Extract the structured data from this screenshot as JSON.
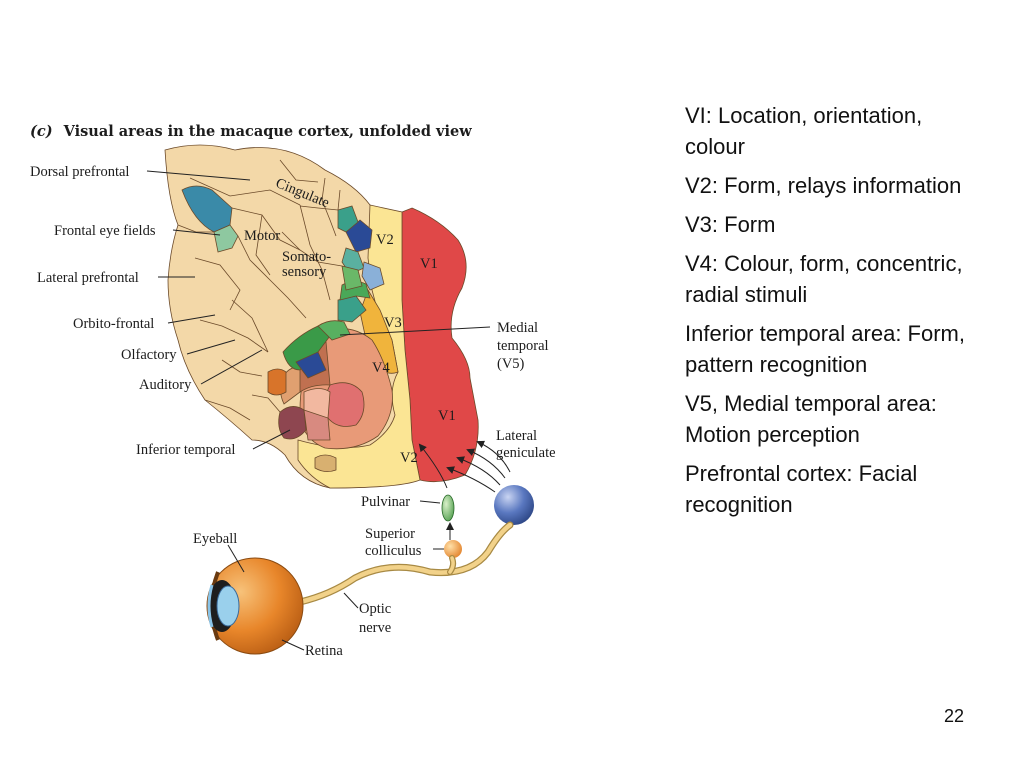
{
  "figure": {
    "title_prefix": "(c)",
    "title": "Visual areas in the macaque cortex, unfolded view",
    "labels": {
      "dorsal_prefrontal": "Dorsal prefrontal",
      "frontal_eye_fields": "Frontal eye fields",
      "lateral_prefrontal": "Lateral prefrontal",
      "orbito_frontal": "Orbito-frontal",
      "olfactory": "Olfactory",
      "auditory": "Auditory",
      "inferior_temporal": "Inferior temporal",
      "cingulate": "Cingulate",
      "motor": "Motor",
      "somatosensory_1": "Somato-",
      "somatosensory_2": "sensory",
      "v2_top": "V2",
      "v1_top": "V1",
      "v3": "V3",
      "v4": "V4",
      "v1_bottom": "V1",
      "v2_bottom": "V2",
      "medial_temporal_1": "Medial",
      "medial_temporal_2": "temporal",
      "medial_temporal_3": "(V5)",
      "lateral_geniculate_1": "Lateral",
      "lateral_geniculate_2": "geniculate",
      "pulvinar": "Pulvinar",
      "superior_colliculus_1": "Superior",
      "superior_colliculus_2": "colliculus",
      "eyeball": "Eyeball",
      "optic_nerve_1": "Optic",
      "optic_nerve_2": "nerve",
      "retina": "Retina"
    },
    "colors": {
      "cortex": "#f3d8a8",
      "v1": "#e04848",
      "v2": "#fbe594",
      "v3": "#f0b43c",
      "v4": "#e89a78",
      "inferior_temporal_dark": "#8e4650",
      "green": "#3a9a48",
      "teal": "#3aa08a",
      "navy": "#2a4a96",
      "eyeball": "#e8862a",
      "lateral_geniculate": "#4a6ab4"
    }
  },
  "points": [
    "VI: Location, orientation, colour",
    "V2: Form, relays information",
    "V3: Form",
    "V4: Colour, form, concentric, radial stimuli",
    "Inferior temporal area: Form, pattern recognition",
    "V5, Medial temporal area: Motion perception",
    "Prefrontal cortex: Facial recognition"
  ],
  "slide_number": "22"
}
